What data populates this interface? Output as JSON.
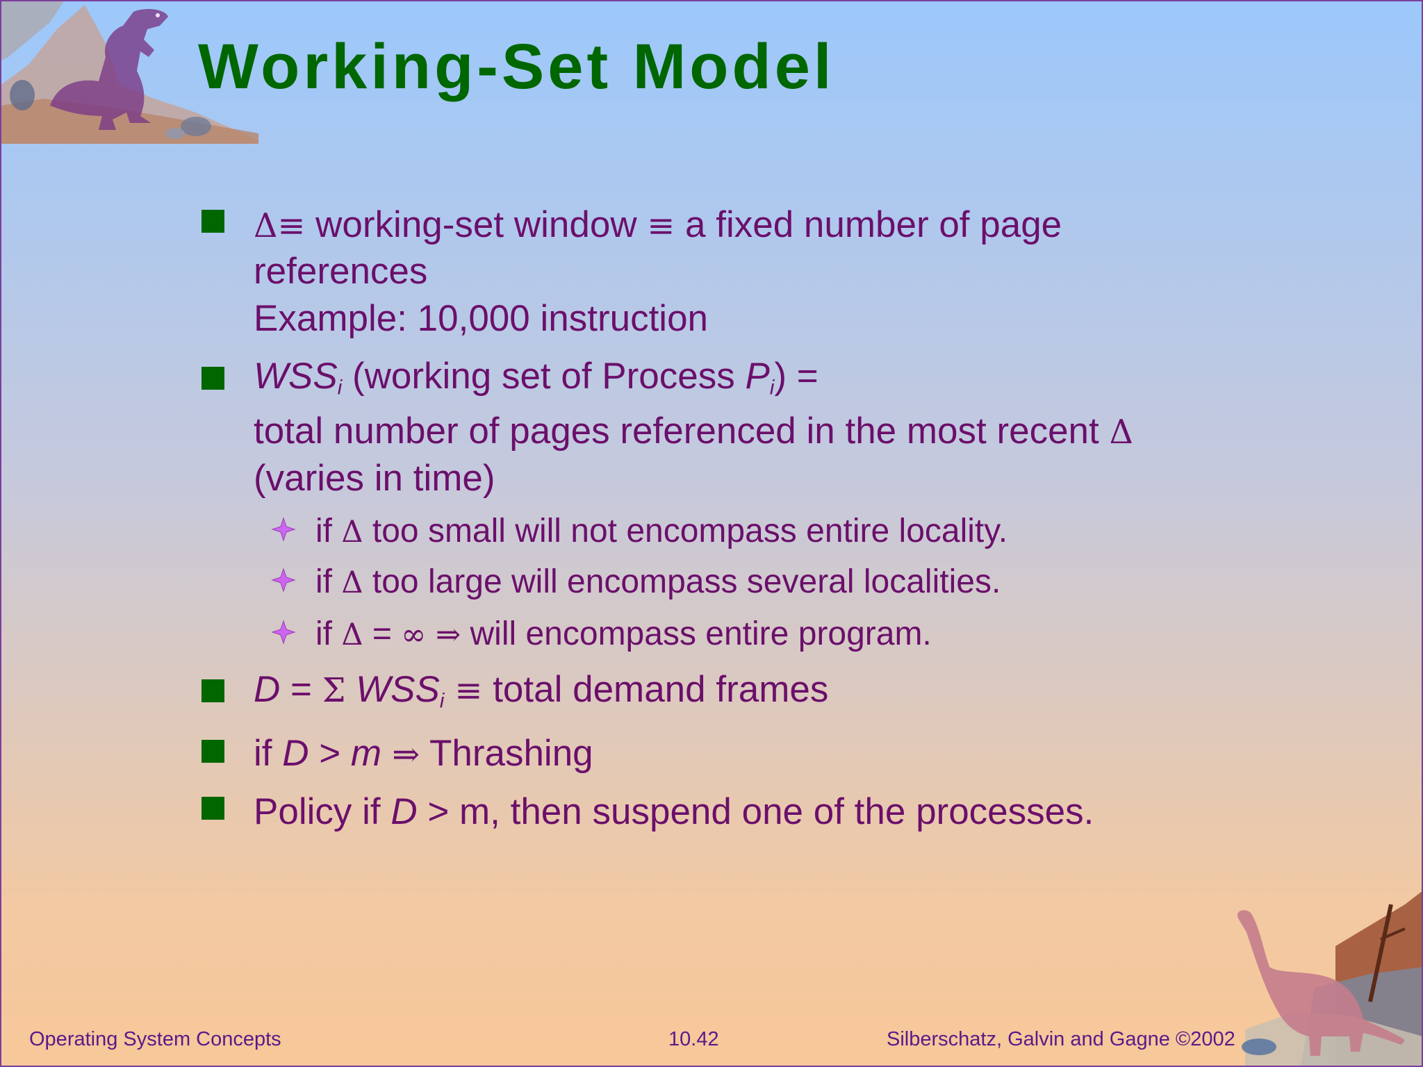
{
  "title": "Working-Set Model",
  "bullets": {
    "b1": {
      "delta": "Δ",
      "equiv1": "≡",
      "text_a": " working-set window ",
      "equiv2": "≡",
      "text_b": " a fixed number of page",
      "line2": "references",
      "line3": "Example:  10,000 instruction"
    },
    "b2": {
      "wss": "WSS",
      "sub": "i",
      "text_a": " (working set of Process ",
      "p": "P",
      "text_b": ") =",
      "line2_text": "total number of pages referenced in the most recent ",
      "line2_delta": "Δ",
      "line3": "(varies in time)"
    },
    "sub_items": [
      {
        "pre": "if ",
        "delta": "Δ",
        "post": " too small will not encompass entire locality."
      },
      {
        "pre": "if ",
        "delta": "Δ",
        "post": " too large will encompass several localities."
      },
      {
        "pre": "if ",
        "delta": "Δ",
        "mid": " = ",
        "inf": "∞",
        "arrow": " ⇒",
        "post": " will encompass entire program."
      }
    ],
    "b3": {
      "d": "D",
      "eq": " = ",
      "sigma": "Σ",
      "wss": " WSS",
      "sub": "i",
      "equiv": " ≡",
      "text": " total demand frames"
    },
    "b4": {
      "pre": "if ",
      "d": "D",
      "gt": " > ",
      "m": "m",
      "arrow": " ⇒",
      "text": " Thrashing"
    },
    "b5": {
      "pre": "Policy if ",
      "d": "D",
      "text": " > m, then suspend one of the processes."
    }
  },
  "footer": {
    "left": "Operating System Concepts",
    "center": "10.42",
    "right": "Silberschatz, Galvin and  Gagne ©2002"
  },
  "colors": {
    "title": "#006600",
    "body_text": "#6b0f6b",
    "bullet": "#006600",
    "sub_bullet": "#cc66ee",
    "footer": "#5a1a8a"
  },
  "icons": [
    "dinosaur-trex-decoration",
    "dinosaur-sauropod-decoration",
    "square-bullet-icon",
    "star-bullet-icon"
  ]
}
